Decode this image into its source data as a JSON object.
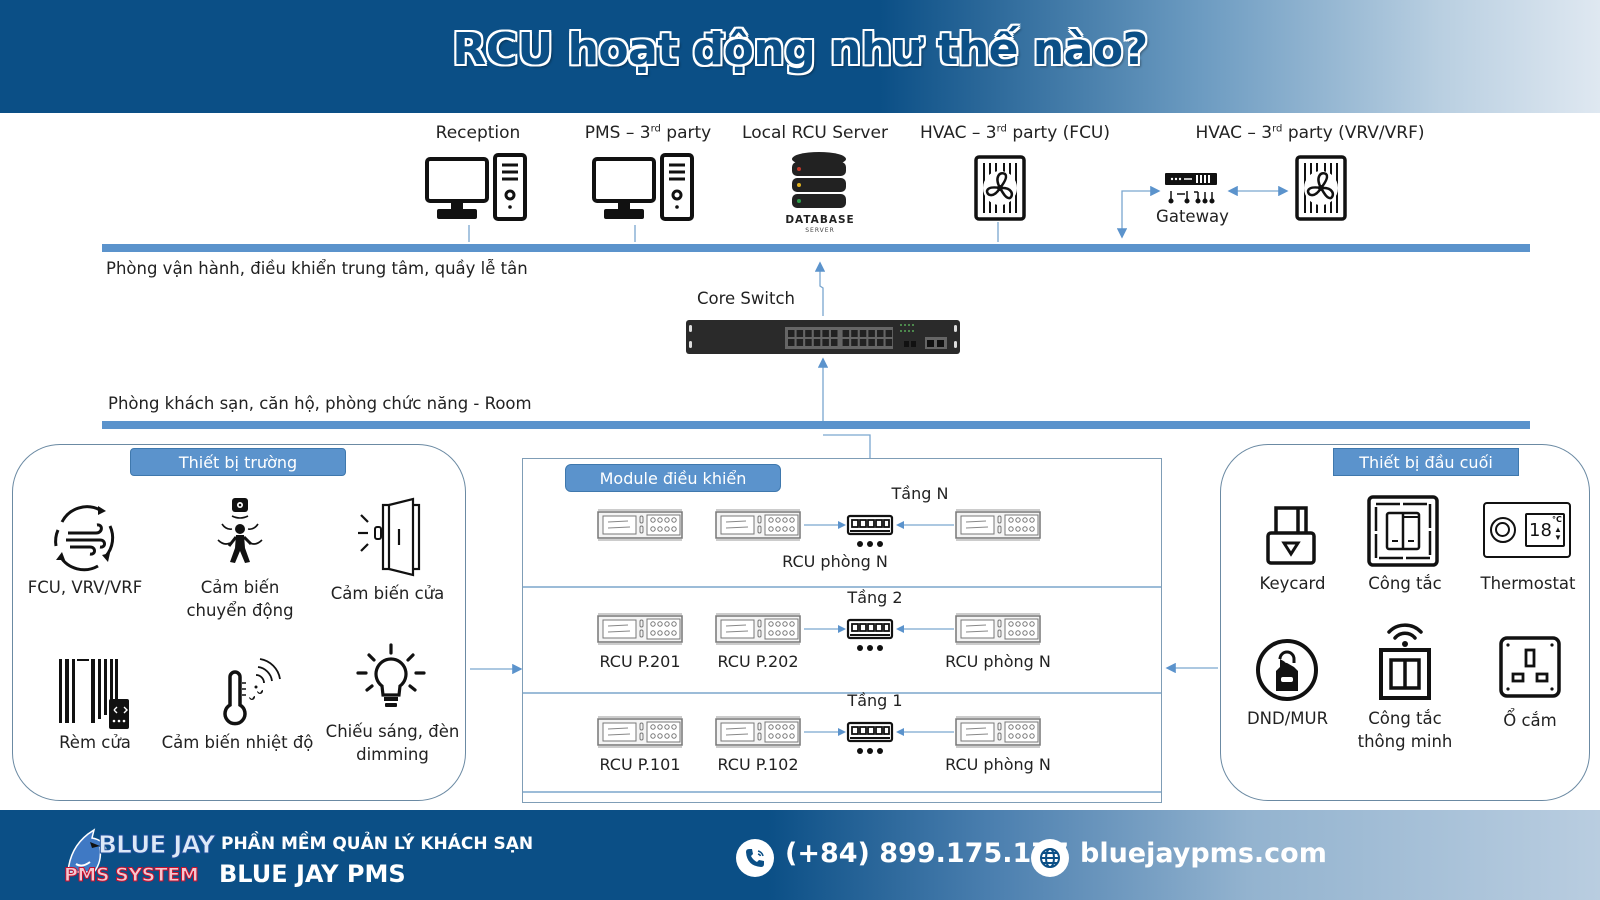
{
  "header": {
    "title": "RCU hoạt động như thế nào?"
  },
  "top_devices": [
    {
      "id": "reception",
      "label": "Reception",
      "icon": "desktop-computer-icon"
    },
    {
      "id": "pms",
      "label_main": "PMS – 3",
      "label_sup": "rd",
      "label_tail": " party",
      "icon": "desktop-computer-icon"
    },
    {
      "id": "server",
      "label": "Local RCU Server",
      "icon": "database-server-icon",
      "icon_caption": "DATABASE",
      "icon_subcaption": "SERVER"
    },
    {
      "id": "hvac-fcu",
      "label_main": "HVAC – 3",
      "label_sup": "rd",
      "label_tail": " party (FCU)",
      "icon": "fan-unit-icon"
    },
    {
      "id": "gateway",
      "label": "Gateway",
      "icon": "gateway-icon"
    },
    {
      "id": "hvac-vrv",
      "label_main": "HVAC – 3",
      "label_sup": "rd",
      "label_tail": " party (VRV/VRF)",
      "icon": "fan-unit-icon"
    }
  ],
  "zones": {
    "operations": "Phòng vận hành, điều khiển trung tâm, quầy lễ tân",
    "rooms": "Phòng khách sạn, căn hộ, phòng chức năng - Room"
  },
  "core_switch": {
    "label": "Core Switch"
  },
  "field_devices": {
    "title": "Thiết bị trường",
    "items": [
      {
        "label": "FCU, VRV/VRF",
        "icon": "air-cycle-icon"
      },
      {
        "label": "Cảm biến chuyển động",
        "icon": "motion-sensor-icon"
      },
      {
        "label": "Cảm biến cửa",
        "icon": "door-sensor-icon"
      },
      {
        "label": "Rèm cửa",
        "icon": "curtain-icon"
      },
      {
        "label": "Cảm biến nhiệt độ",
        "icon": "temperature-sensor-icon"
      },
      {
        "label": "Chiếu sáng, đèn dimming",
        "icon": "light-bulb-icon"
      }
    ]
  },
  "control_modules": {
    "title": "Module điều khiển",
    "floors": [
      {
        "floor": "Tầng N",
        "rcus": [
          "",
          "",
          "RCU phòng N"
        ],
        "center_label": "RCU phòng N"
      },
      {
        "floor": "Tầng 2",
        "rcus": [
          "RCU P.201",
          "RCU P.202",
          "RCU phòng N"
        ]
      },
      {
        "floor": "Tầng 1",
        "rcus": [
          "RCU P.101",
          "RCU P.102",
          "RCU phòng N"
        ]
      }
    ]
  },
  "terminal_devices": {
    "title": "Thiết bị đầu cuối",
    "items": [
      {
        "label": "Keycard",
        "icon": "keycard-icon"
      },
      {
        "label": "Công tắc",
        "icon": "wall-switch-icon"
      },
      {
        "label": "Thermostat",
        "icon": "thermostat-icon",
        "display_value": "18",
        "unit": "°C"
      },
      {
        "label": "DND/MUR",
        "icon": "door-hanger-icon"
      },
      {
        "label": "Công tắc thông minh",
        "icon": "smart-switch-icon"
      },
      {
        "label": "Ổ cắm",
        "icon": "power-socket-icon"
      }
    ]
  },
  "footer": {
    "logo_top": "BLUE JAY",
    "logo_bottom": "PMS SYSTEM",
    "tagline": "PHẦN MỀM QUẢN LÝ KHÁCH SẠN",
    "brand": "BLUE JAY PMS",
    "phone": "(+84) 899.175.177",
    "website": "bluejaypms.com"
  },
  "colors": {
    "primary": "#0b4f86",
    "bus": "#5b93cc",
    "connector": "#7aa6cf"
  }
}
